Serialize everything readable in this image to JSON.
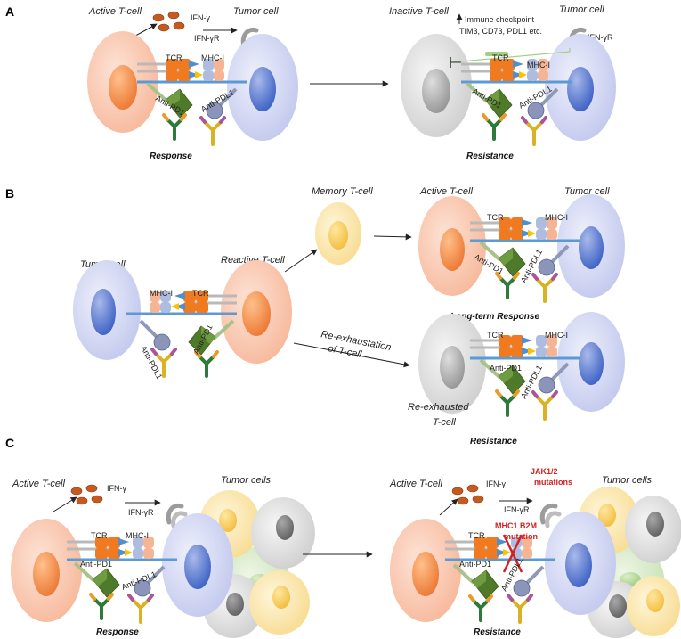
{
  "panels": {
    "a": {
      "label": "A",
      "left": {
        "t_cell": "Active T-cell",
        "tumor": "Tumor cell",
        "ifn": "IFN-γ",
        "ifn_r": "IFN-γR",
        "tcr": "TCR",
        "mhc": "MHC-I",
        "anti_pd1": "Anti-PD1",
        "anti_pdl1": "Anti-PDL1",
        "caption": "Response"
      },
      "right": {
        "t_cell": "Inactive T-cell",
        "tumor": "Tumor cell",
        "checkpoint": "Immune checkpoint",
        "checkpoint_list": "TIM3, CD73, PDL1 etc.",
        "ifn_r": "IFN-γR",
        "tcr": "TCR",
        "mhc": "MHC-I",
        "anti_pd1": "Anti-PD1",
        "anti_pdl1": "Anti-PDL1",
        "caption": "Resistance"
      }
    },
    "b": {
      "label": "B",
      "tumor": "Tumor cell",
      "reactive": "Reactive T-cell",
      "memory": "Memory T-cell",
      "active": "Active T-cell",
      "tumor2": "Tumor cell",
      "mhc": "MHC-I",
      "tcr": "TCR",
      "anti_pdl1": "Anti-PDL1",
      "anti_pd1": "Anti-PD1",
      "re_exhaust1": "Re-exhaustation",
      "re_exhaust2": "of T-cell",
      "top_right": {
        "tcr": "TCR",
        "mhc": "MHC-I",
        "anti_pd1": "Anti-PD1",
        "anti_pdl1": "Anti-PDL1",
        "caption": "Long-term Response"
      },
      "bottom_right": {
        "tcr": "TCR",
        "mhc": "MHC-I",
        "anti_pd1": "Anti-PD1",
        "anti_pdl1": "Anti-PDL1",
        "cell1": "Re-exhausted",
        "cell2": "T-cell",
        "caption": "Resistance"
      }
    },
    "c": {
      "label": "C",
      "left": {
        "t_cell": "Active T-cell",
        "tumor": "Tumor cells",
        "ifn": "IFN-γ",
        "ifn_r": "IFN-γR",
        "tcr": "TCR",
        "mhc": "MHC-I",
        "anti_pd1": "Anti-PD1",
        "anti_pdl1": "Anti-PDL1",
        "caption": "Response"
      },
      "right": {
        "t_cell": "Active T-cell",
        "tumor": "Tumor cells",
        "ifn": "IFN-γ",
        "ifn_r": "IFN-γR",
        "jak1": "JAK1/2",
        "jak2": "mutations",
        "tcr": "TCR",
        "mhc_mut1": "MHC1 B2M",
        "mhc_mut2": "mutation",
        "anti_pd1": "Anti-PD1",
        "anti_pdl1": "Anti-PDL1",
        "caption": "Resistance"
      }
    }
  }
}
